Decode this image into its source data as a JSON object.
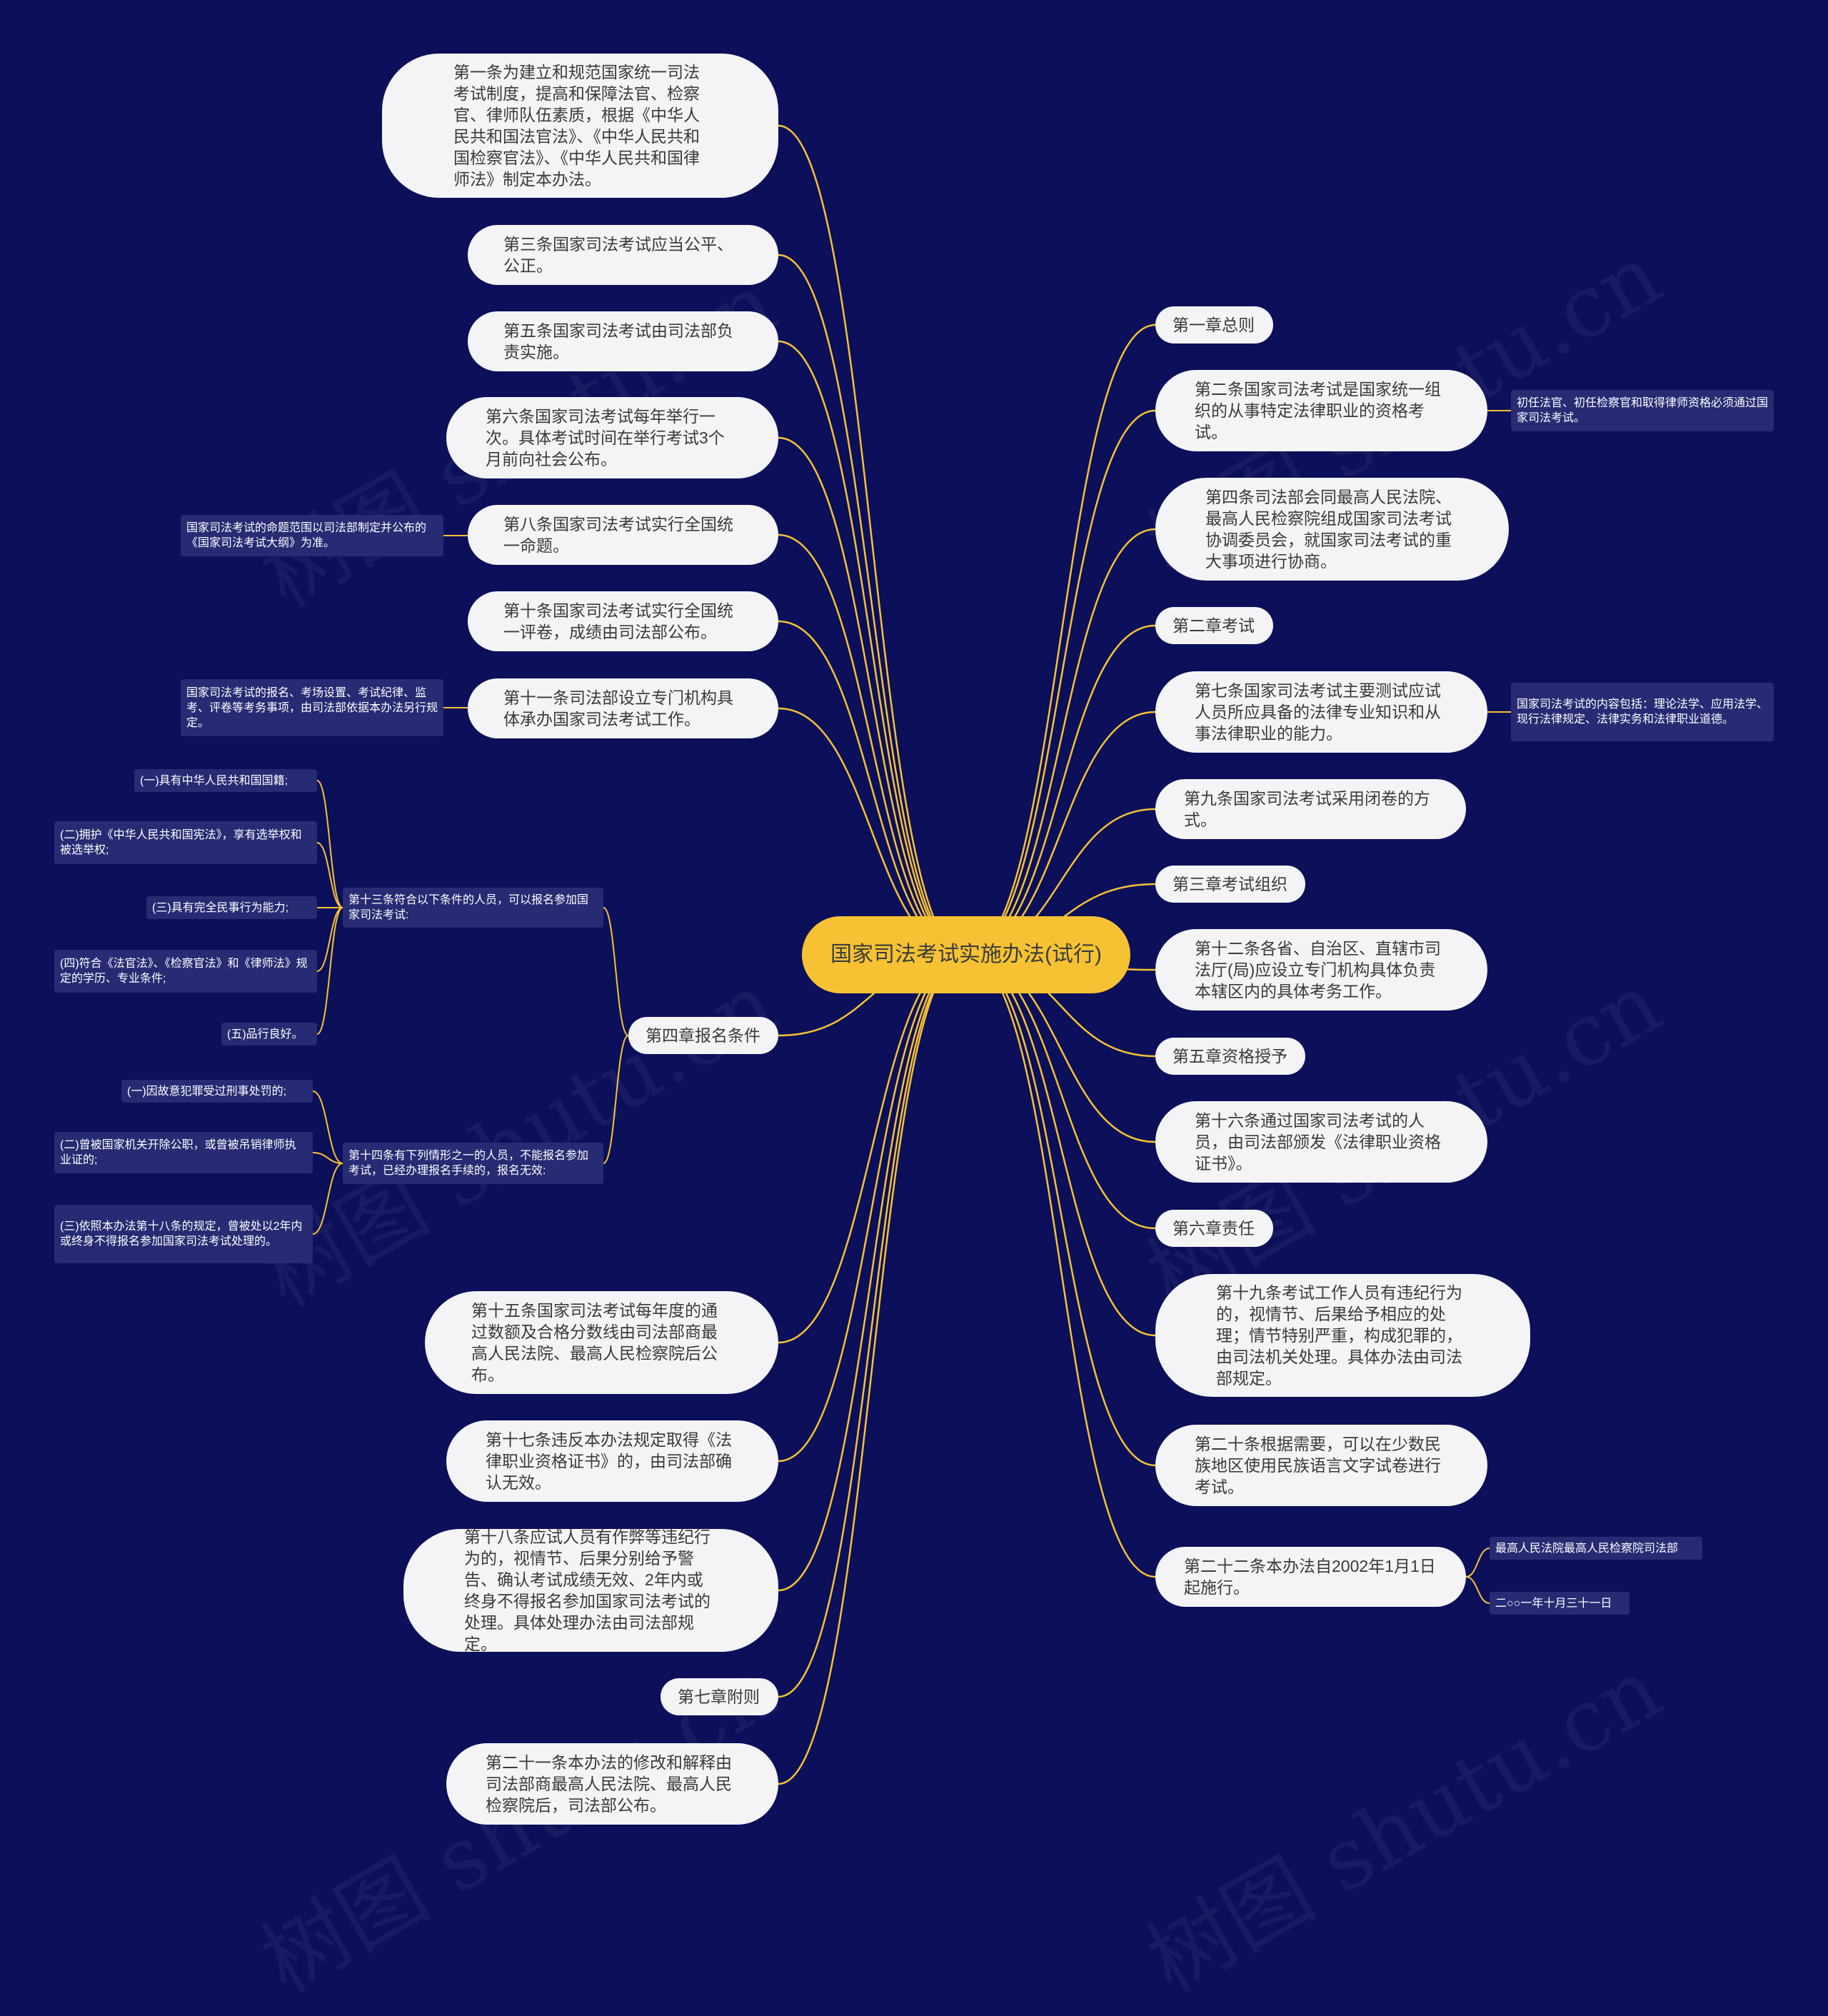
{
  "root": {
    "label": "国家司法考试实施办法(试行)"
  },
  "left": {
    "art1": "第一条为建立和规范国家统一司法考试制度，提高和保障法官、检察官、律师队伍素质，根据《中华人民共和国法官法》、《中华人民共和国检察官法》、《中华人民共和国律师法》制定本办法。",
    "art3": "第三条国家司法考试应当公平、公正。",
    "art5": "第五条国家司法考试由司法部负责实施。",
    "art6": "第六条国家司法考试每年举行一次。具体考试时间在举行考试3个月前向社会公布。",
    "art8": "第八条国家司法考试实行全国统一命题。",
    "art8_note": "国家司法考试的命题范围以司法部制定并公布的《国家司法考试大纲》为准。",
    "art10": "第十条国家司法考试实行全国统一评卷，成绩由司法部公布。",
    "art11": "第十一条司法部设立专门机构具体承办国家司法考试工作。",
    "art11_note": "国家司法考试的报名、考场设置、考试纪律、监考、评卷等考务事项，由司法部依据本办法另行规定。",
    "ch4": "第四章报名条件",
    "art13": "第十三条符合以下条件的人员，可以报名参加国家司法考试:",
    "art13_items": [
      "(一)具有中华人民共和国国籍;",
      "(二)拥护《中华人民共和国宪法》，享有选举权和被选举权;",
      "(三)具有完全民事行为能力;",
      "(四)符合《法官法》、《检察官法》和《律师法》规定的学历、专业条件;",
      "(五)品行良好。"
    ],
    "art14": "第十四条有下列情形之一的人员，不能报名参加考试，已经办理报名手续的，报名无效:",
    "art14_items": [
      "(一)因故意犯罪受过刑事处罚的;",
      "(二)曾被国家机关开除公职，或曾被吊销律师执业证的;",
      "(三)依照本办法第十八条的规定，曾被处以2年内或终身不得报名参加国家司法考试处理的。"
    ],
    "art15": "第十五条国家司法考试每年度的通过数额及合格分数线由司法部商最高人民法院、最高人民检察院后公布。",
    "art17": "第十七条违反本办法规定取得《法律职业资格证书》的，由司法部确认无效。",
    "art18": "第十八条应试人员有作弊等违纪行为的，视情节、后果分别给予警告、确认考试成绩无效、2年内或终身不得报名参加国家司法考试的处理。具体处理办法由司法部规定。",
    "ch7": "第七章附则",
    "art21": "第二十一条本办法的修改和解释由司法部商最高人民法院、最高人民检察院后，司法部公布。"
  },
  "right": {
    "ch1": "第一章总则",
    "art2": "第二条国家司法考试是国家统一组织的从事特定法律职业的资格考试。",
    "art2_note": "初任法官、初任检察官和取得律师资格必须通过国家司法考试。",
    "art4": "第四条司法部会同最高人民法院、最高人民检察院组成国家司法考试协调委员会，就国家司法考试的重大事项进行协商。",
    "ch2": "第二章考试",
    "art7": "第七条国家司法考试主要测试应试人员所应具备的法律专业知识和从事法律职业的能力。",
    "art7_note": "国家司法考试的内容包括：理论法学、应用法学、现行法律规定、法律实务和法律职业道德。",
    "art9": "第九条国家司法考试采用闭卷的方式。",
    "ch3": "第三章考试组织",
    "art12": "第十二条各省、自治区、直辖市司法厅(局)应设立专门机构具体负责本辖区内的具体考务工作。",
    "ch5": "第五章资格授予",
    "art16": "第十六条通过国家司法考试的人员，由司法部颁发《法律职业资格证书》。",
    "ch6": "第六章责任",
    "art19": "第十九条考试工作人员有违纪行为的，视情节、后果给予相应的处理；情节特别严重，构成犯罪的，由司法机关处理。具体办法由司法部规定。",
    "art20": "第二十条根据需要，可以在少数民族地区使用民族语言文字试卷进行考试。",
    "art22": "第二十二条本办法自2002年1月1日起施行。",
    "art22_note1": "最高人民法院最高人民检察院司法部",
    "art22_note2": "二○○一年十月三十一日"
  },
  "watermark": "树图 shutu.cn",
  "colors": {
    "background": "#0c0f5a",
    "root": "#f6c233",
    "link": "#f6c233",
    "bubble": "#f4f4f6",
    "small_box": "#262b73"
  }
}
